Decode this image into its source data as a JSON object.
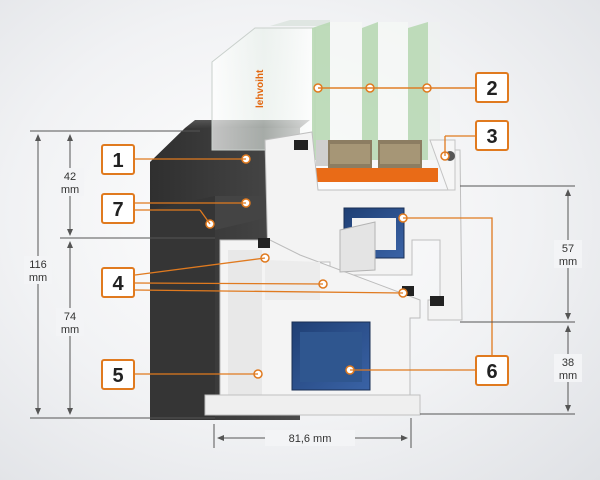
{
  "brand": {
    "logo_text": "lehvoiht"
  },
  "callouts": [
    "1",
    "2",
    "3",
    "4",
    "5",
    "6",
    "7"
  ],
  "dimensions": {
    "d42": [
      "42",
      "mm"
    ],
    "d74": [
      "74",
      "mm"
    ],
    "d116": [
      "116",
      "mm"
    ],
    "d57": [
      "57",
      "mm"
    ],
    "d38": [
      "38",
      "mm"
    ],
    "width": "81,6 mm"
  },
  "colors": {
    "frame_dark": "#3a3a3a",
    "pvc_white": "#f2f2f2",
    "steel_blue": "#2b4f8a",
    "glass_green": "#b9d8b7",
    "accent_orange": "#e07a1f",
    "seal_orange": "#e96b17",
    "dim_line": "#444444"
  }
}
